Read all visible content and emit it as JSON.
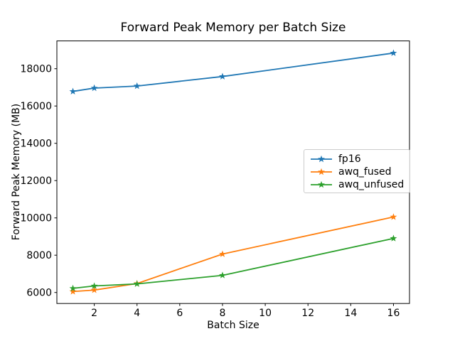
{
  "chart_data": {
    "type": "line",
    "title": "Forward Peak Memory per Batch Size",
    "xlabel": "Batch Size",
    "ylabel": "Forward Peak Memory (MB)",
    "x": [
      1,
      2,
      4,
      8,
      16
    ],
    "series": [
      {
        "name": "fp16",
        "color": "#1f77b4",
        "values": [
          16780,
          16960,
          17070,
          17580,
          18840
        ]
      },
      {
        "name": "awq_fused",
        "color": "#ff7f0e",
        "values": [
          6050,
          6130,
          6480,
          8060,
          10050
        ]
      },
      {
        "name": "awq_unfused",
        "color": "#2ca02c",
        "values": [
          6220,
          6350,
          6460,
          6920,
          8900
        ]
      }
    ],
    "xticks": [
      2,
      4,
      6,
      8,
      10,
      12,
      14,
      16
    ],
    "yticks": [
      6000,
      8000,
      10000,
      12000,
      14000,
      16000,
      18000
    ],
    "xlim": [
      0.25,
      16.75
    ],
    "ylim": [
      5410,
      19490
    ],
    "marker": "star",
    "grid": false,
    "legend_position": "center-right",
    "background": "#ffffff",
    "axis_color": "#000000",
    "legend_border_color": "#cccccc"
  }
}
